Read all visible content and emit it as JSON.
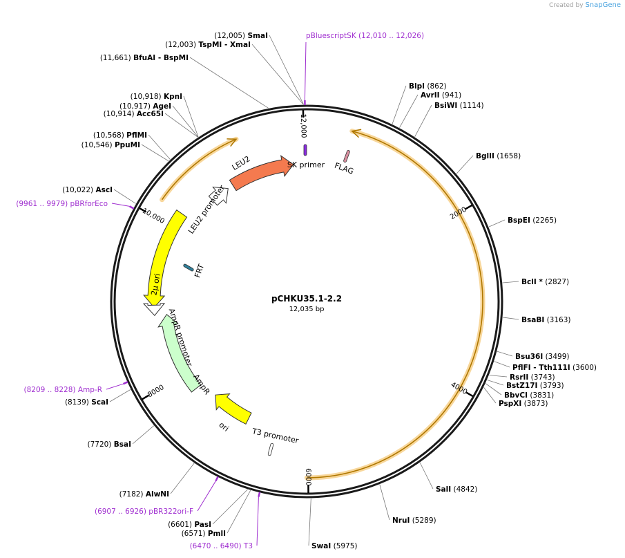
{
  "credit": {
    "prefix": "Created by",
    "brand": "SnapGene"
  },
  "plasmid": {
    "name": "pCHKU35.1-2.2",
    "length_text": "12,035 bp",
    "total_bp": 12035
  },
  "scale": [
    {
      "label": "2000",
      "bp": 2000
    },
    {
      "label": "4000",
      "bp": 4000
    },
    {
      "label": "6000",
      "bp": 6000
    },
    {
      "label": "8000",
      "bp": 8000
    },
    {
      "label": "10,000",
      "bp": 10000
    },
    {
      "label": "12,000",
      "bp": 12000
    }
  ],
  "sites": [
    {
      "name": "SmaI",
      "pos": "(12,005)",
      "bp": 12005,
      "side": "left"
    },
    {
      "name": "TspMI",
      "name2": "- XmaI",
      "pos": "(12,003)",
      "bp": 12003,
      "side": "left"
    },
    {
      "name": "BfuAI",
      "name2": "- BspMI",
      "pos": "(11,661)",
      "bp": 11661,
      "side": "left"
    },
    {
      "name": "KpnI",
      "pos": "(10,918)",
      "bp": 10918,
      "side": "left"
    },
    {
      "name": "AgeI",
      "pos": "(10,917)",
      "bp": 10917,
      "side": "left"
    },
    {
      "name": "Acc65I",
      "pos": "(10,914)",
      "bp": 10914,
      "side": "left"
    },
    {
      "name": "PflMI",
      "pos": "(10,568)",
      "bp": 10568,
      "side": "left"
    },
    {
      "name": "PpuMI",
      "pos": "(10,546)",
      "bp": 10546,
      "side": "left"
    },
    {
      "name": "AscI",
      "pos": "(10,022)",
      "bp": 10022,
      "side": "left"
    },
    {
      "name": "ScaI",
      "pos": "(8139)",
      "bp": 8139,
      "side": "left"
    },
    {
      "name": "BsaI",
      "pos": "(7720)",
      "bp": 7720,
      "side": "left"
    },
    {
      "name": "AlwNI",
      "pos": "(7182)",
      "bp": 7182,
      "side": "left"
    },
    {
      "name": "PasI",
      "pos": "(6601)",
      "bp": 6601,
      "side": "left"
    },
    {
      "name": "PmlI",
      "pos": "(6571)",
      "bp": 6571,
      "side": "left"
    },
    {
      "name": "SwaI",
      "pos": "(5975)",
      "bp": 5975,
      "side": "right"
    },
    {
      "name": "NruI",
      "pos": "(5289)",
      "bp": 5289,
      "side": "right"
    },
    {
      "name": "SalI",
      "pos": "(4842)",
      "bp": 4842,
      "side": "right"
    },
    {
      "name": "PspXI",
      "pos": "(3873)",
      "bp": 3873,
      "side": "right"
    },
    {
      "name": "BbvCI",
      "pos": "(3831)",
      "bp": 3831,
      "side": "right"
    },
    {
      "name": "BstZ17I",
      "pos": "(3793)",
      "bp": 3793,
      "side": "right"
    },
    {
      "name": "RsrII",
      "pos": "(3743)",
      "bp": 3743,
      "side": "right"
    },
    {
      "name": "PflFI",
      "name2": "- Tth111I",
      "pos": "(3600)",
      "bp": 3600,
      "side": "right"
    },
    {
      "name": "Bsu36I",
      "pos": "(3499)",
      "bp": 3499,
      "side": "right"
    },
    {
      "name": "BsaBI",
      "pos": "(3163)",
      "bp": 3163,
      "side": "right"
    },
    {
      "name": "BclI *",
      "pos": "(2827)",
      "bp": 2827,
      "side": "right"
    },
    {
      "name": "BspEI",
      "pos": "(2265)",
      "bp": 2265,
      "side": "right"
    },
    {
      "name": "BglII",
      "pos": "(1658)",
      "bp": 1658,
      "side": "right"
    },
    {
      "name": "BsiWI",
      "pos": "(1114)",
      "bp": 1114,
      "side": "right"
    },
    {
      "name": "AvrII",
      "pos": "(941)",
      "bp": 941,
      "side": "right"
    },
    {
      "name": "BlpI",
      "pos": "(862)",
      "bp": 862,
      "side": "right"
    }
  ],
  "primers": [
    {
      "name": "pBluescriptSK",
      "range": "(12,010 .. 12,026)",
      "bp": 12018,
      "side": "right"
    },
    {
      "name": "pBRforEco",
      "range": "(9961 .. 9979)",
      "bp": 9970,
      "side": "left"
    },
    {
      "name": "Amp-R",
      "range": "(8209 .. 8228)",
      "bp": 8218,
      "side": "left"
    },
    {
      "name": "pBR322ori-F",
      "range": "(6907 .. 6926)",
      "bp": 6916,
      "side": "left"
    },
    {
      "name": "T3",
      "range": "(6470 .. 6490)",
      "bp": 6480,
      "side": "left"
    }
  ],
  "features": [
    {
      "name": "LEU2",
      "type": "cds",
      "color": "#f47a4f"
    },
    {
      "name": "LEU2 promoter",
      "type": "promoter",
      "color": "#ffffff"
    },
    {
      "name": "2μ ori",
      "type": "origin",
      "color": "#ffff00"
    },
    {
      "name": "AmpR promoter",
      "type": "promoter",
      "color": "#ffffff"
    },
    {
      "name": "AmpR",
      "type": "cds",
      "color": "#ccffcc"
    },
    {
      "name": "ori",
      "type": "origin",
      "color": "#ffff00"
    },
    {
      "name": "T3 promoter",
      "type": "promoter",
      "color": "#ffffff"
    },
    {
      "name": "SK primer",
      "type": "primer_bind",
      "color": "#8a2be2"
    },
    {
      "name": "FLAG",
      "type": "tag",
      "color": "#d98fa0"
    },
    {
      "name": "FRT",
      "type": "misc",
      "color": "#2f7f9a"
    }
  ],
  "colors": {
    "backbone": "#1a1a1a",
    "orf_fill": "#f5c97a",
    "orf_arrow": "#b07800",
    "primer": "#a030d0"
  }
}
